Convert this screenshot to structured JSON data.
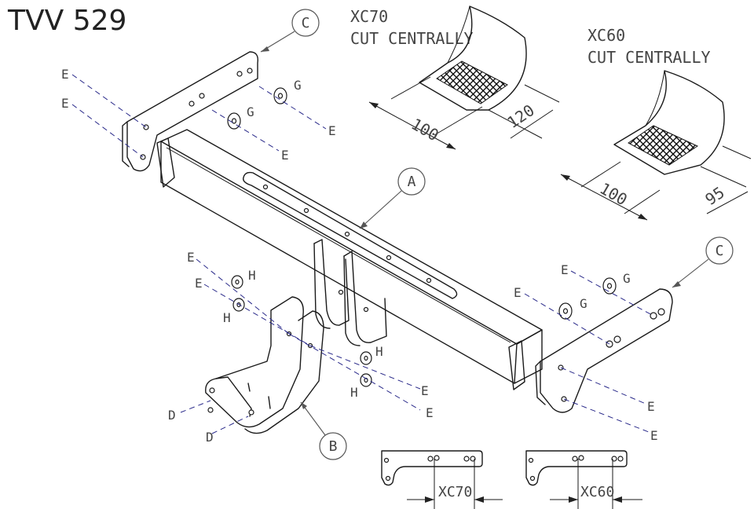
{
  "title": "TVV 529",
  "callouts": {
    "a": "A",
    "b": "B",
    "c_left": "C",
    "c_right": "C"
  },
  "labels": {
    "e": "E",
    "g": "G",
    "h": "H",
    "d": "D"
  },
  "xc70": {
    "model": "XC70",
    "instruction": "CUT CENTRALLY",
    "dim_width": "100",
    "dim_depth": "120"
  },
  "xc60": {
    "model": "XC60",
    "instruction": "CUT CENTRALLY",
    "dim_width": "100",
    "dim_depth": "95"
  },
  "bottom_views": {
    "left_label": "XC70",
    "right_label": "XC60"
  },
  "colors": {
    "line": "#1a1a1a",
    "dash": "#2a2a8a",
    "callout": "#555555"
  }
}
